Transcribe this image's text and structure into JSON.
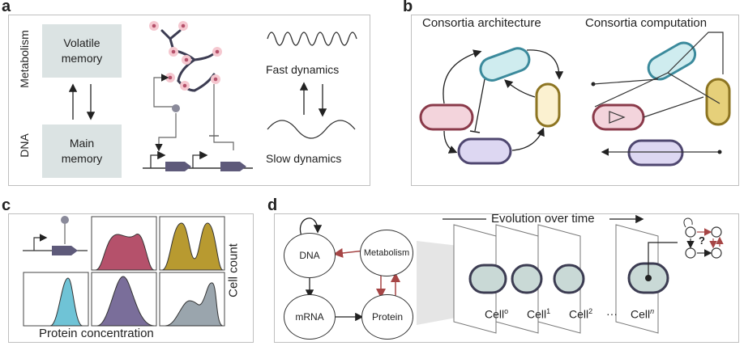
{
  "panels": {
    "a": {
      "letter": "a",
      "ylabel_top": "Metabolism",
      "ylabel_bottom": "DNA",
      "box_top": [
        "Volatile",
        "memory"
      ],
      "box_bottom": [
        "Main",
        "memory"
      ],
      "fast": "Fast dynamics",
      "slow": "Slow dynamics"
    },
    "b": {
      "letter": "b",
      "title_left": "Consortia architecture",
      "title_right": "Consortia computation"
    },
    "c": {
      "letter": "c",
      "xlabel": "Protein concentration",
      "ylabel": "Cell count"
    },
    "d": {
      "letter": "d",
      "evolution": "Evolution over time",
      "nodes": {
        "dna": "DNA",
        "metabolism": "Metabolism",
        "mrna": "mRNA",
        "protein": "Protein"
      },
      "cells": {
        "c0": "Cell",
        "c0_sup": "o",
        "c1": "Cell",
        "c1_sup": "1",
        "c2": "Cell",
        "c2_sup": "2",
        "dots": "···",
        "cn": "Cell",
        "cn_sup": "n"
      },
      "question": "?"
    }
  },
  "colors": {
    "grey_box": "#dbe3e3",
    "red": "#b5516b",
    "gold": "#b89a30",
    "blue": "#6fc3d6",
    "purple": "#7a6e9a",
    "gray_dist": "#9aa5ad",
    "arrow_red": "#a64545"
  }
}
